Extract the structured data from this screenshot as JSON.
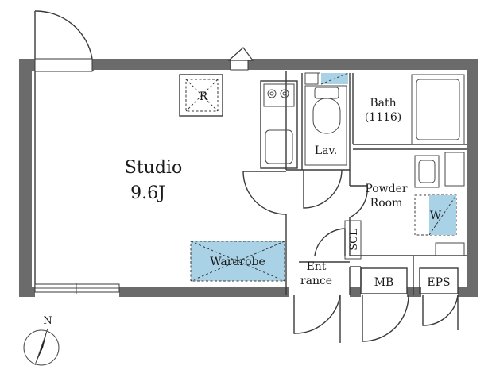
{
  "labels": {
    "studio_name": "Studio",
    "studio_size": "9.6J",
    "bath_name": "Bath",
    "bath_size": "(1116)",
    "lav": "Lav.",
    "powder_line1": "Powder",
    "powder_line2": "Room",
    "washer": "W",
    "scl": "SCL",
    "wardrobe": "Wardrobe",
    "entrance_line1": "Ent",
    "entrance_line2": "rance",
    "mb": "MB",
    "eps": "EPS",
    "refrigerator": "R",
    "north": "N"
  },
  "colors": {
    "wall": "#6b6b6b",
    "storage_fill": "#a9d2e6",
    "line": "#3a3a3a"
  }
}
